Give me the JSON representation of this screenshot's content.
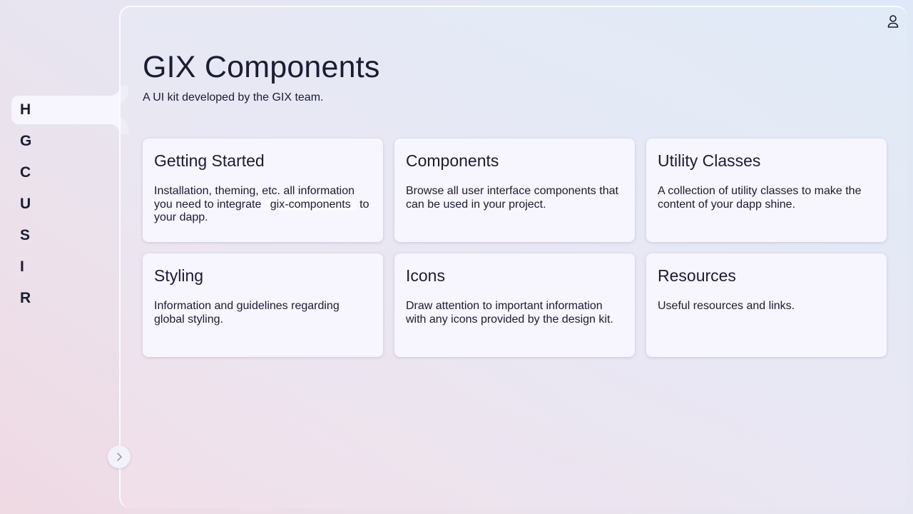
{
  "sidebar": {
    "items": [
      {
        "label": "H",
        "active": true
      },
      {
        "label": "G"
      },
      {
        "label": "C"
      },
      {
        "label": "U"
      },
      {
        "label": "S"
      },
      {
        "label": "I"
      },
      {
        "label": "R"
      }
    ],
    "collapse_icon": "chevron-right-icon"
  },
  "header": {
    "profile_icon": "user-icon"
  },
  "main": {
    "title": "GIX Components",
    "subtitle": "A UI kit developed by the GIX team.",
    "cards": [
      {
        "title": "Getting Started",
        "desc_before": "Installation, theming, etc. all information you need to integrate ",
        "desc_code": "gix-components",
        "desc_after": " to your dapp."
      },
      {
        "title": "Components",
        "desc": "Browse all user interface components that can be used in your project."
      },
      {
        "title": "Utility Classes",
        "desc": "A collection of utility classes to make the content of your dapp shine."
      },
      {
        "title": "Styling",
        "desc": "Information and guidelines regarding global styling."
      },
      {
        "title": "Icons",
        "desc": "Draw attention to important information with any icons provided by the design kit."
      },
      {
        "title": "Resources",
        "desc": "Useful resources and links."
      }
    ]
  },
  "colors": {
    "text": "#1a1c33",
    "card_bg": "#f7f5fd"
  }
}
